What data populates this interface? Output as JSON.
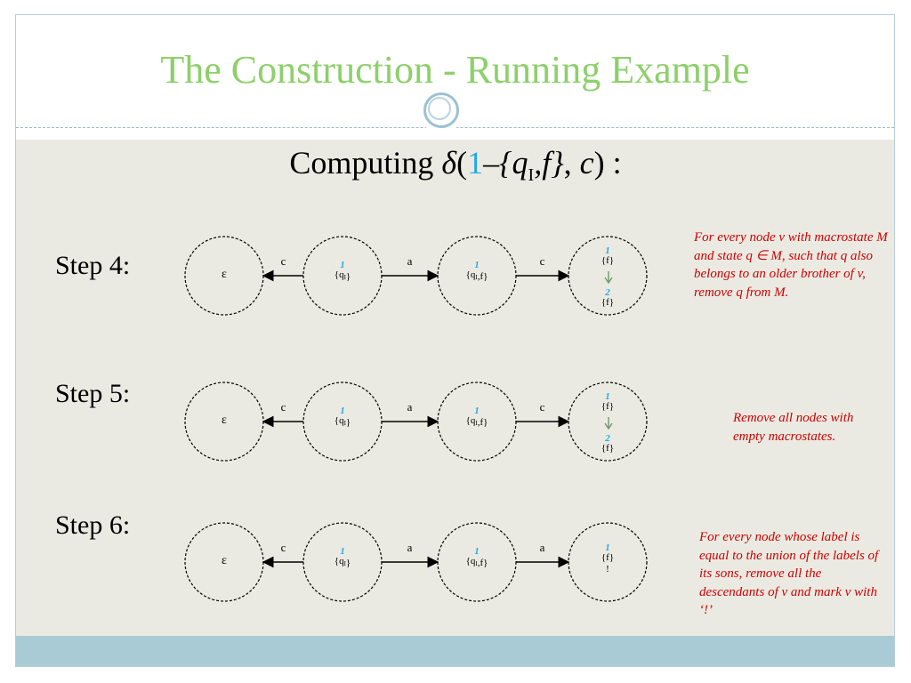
{
  "title": "The Construction - Running Example",
  "heading": {
    "prefix": "Computing ",
    "delta": "δ",
    "open": "(",
    "num": "1",
    "dash": "–",
    "set_open": "{q",
    "set_sub": "I",
    "set_rest": ",f}",
    "comma": ", ",
    "symbol": "c",
    "close": ") :"
  },
  "steps": [
    {
      "label": "Step 4:",
      "nodes": [
        {
          "lines": [
            "ε"
          ]
        },
        {
          "num": "1",
          "lines": [
            "{qI}"
          ]
        },
        {
          "num": "1",
          "lines": [
            "{qI,f}"
          ]
        },
        {
          "num": "1",
          "lines": [
            "{f}"
          ],
          "child_num": "2",
          "child_lines": [
            "{f}"
          ]
        }
      ],
      "edges": [
        "c",
        "a",
        "c"
      ],
      "note": "For every node v with macrostate M and state q ∈ M, such that q also belongs to an older brother of v, remove q from M."
    },
    {
      "label": "Step 5:",
      "nodes": [
        {
          "lines": [
            "ε"
          ]
        },
        {
          "num": "1",
          "lines": [
            "{qI}"
          ]
        },
        {
          "num": "1",
          "lines": [
            "{qI,f}"
          ]
        },
        {
          "num": "1",
          "lines": [
            "{f}"
          ],
          "child_num": "2",
          "child_lines": [
            "{f}"
          ]
        }
      ],
      "edges": [
        "c",
        "a",
        "c"
      ],
      "note": "Remove all nodes with empty macrostates."
    },
    {
      "label": "Step 6:",
      "nodes": [
        {
          "lines": [
            "ε"
          ]
        },
        {
          "num": "1",
          "lines": [
            "{qI}"
          ]
        },
        {
          "num": "1",
          "lines": [
            "{qI,f}"
          ]
        },
        {
          "num": "1",
          "lines": [
            "{f}",
            "!"
          ]
        }
      ],
      "edges": [
        "c",
        "a",
        "a"
      ],
      "note": "For every node whose label is equal to the union of the labels of its sons, remove all the descendants of v and mark v with ‘!’"
    }
  ],
  "colors": {
    "title": "#8dd06a",
    "note": "#cc0000",
    "node_number": "#29a8e0",
    "child_arrow": "#6a9a6a",
    "body_background": "#ebeae2",
    "footer": "#a9cbd5"
  }
}
